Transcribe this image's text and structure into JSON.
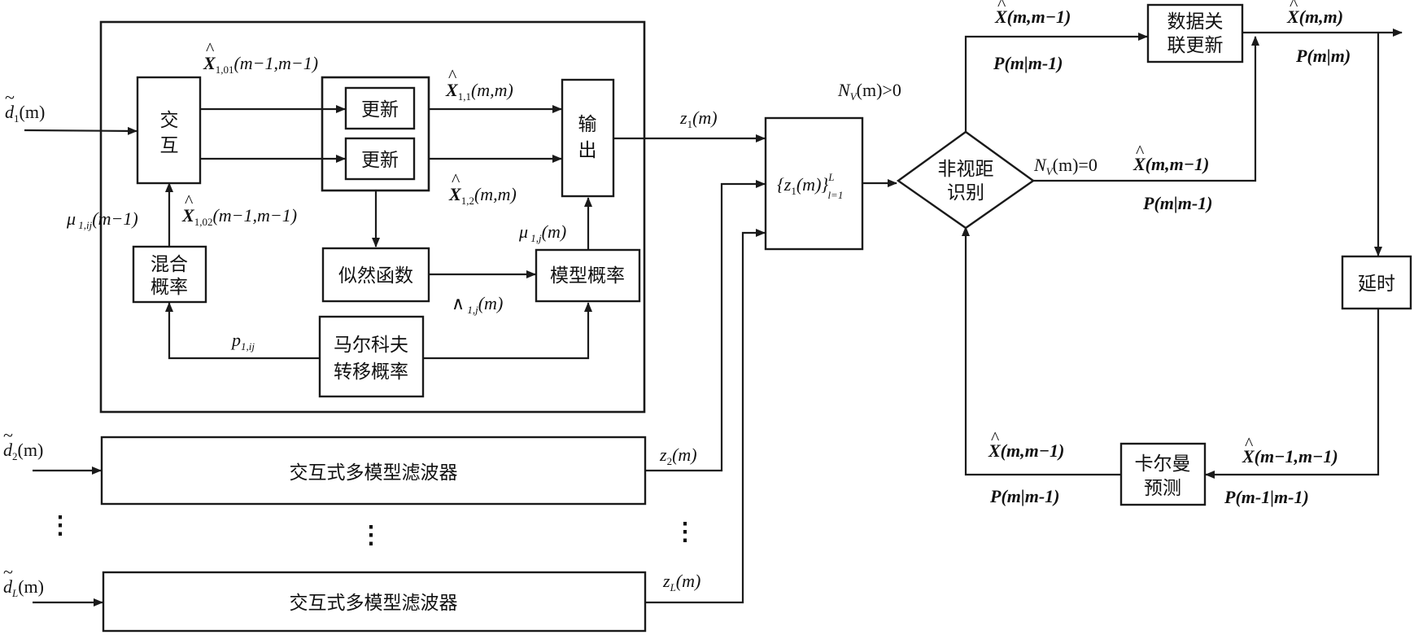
{
  "blocks": {
    "interact": [
      "交",
      "互"
    ],
    "update1": "更新",
    "update2": "更新",
    "output": [
      "输",
      "出"
    ],
    "mix_prob": [
      "混合",
      "概率"
    ],
    "likelihood": "似然函数",
    "model_prob": "模型概率",
    "markov": [
      "马尔科夫",
      "转移概率"
    ],
    "imm2": "交互式多模型滤波器",
    "immL": "交互式多模型滤波器",
    "nlos": [
      "非视距",
      "识别"
    ],
    "data_assoc": [
      "数据关",
      "联更新"
    ],
    "delay": "延时",
    "kalman": [
      "卡尔曼",
      "预测"
    ]
  },
  "labels": {
    "d1_base": "d",
    "d1_sub": "1",
    "d1_arg": "(m)",
    "d2_base": "d",
    "d2_sub": "2",
    "d2_arg": "(m)",
    "dL_base": "d",
    "dL_sub": "L",
    "dL_arg": "(m)",
    "x101_base": "X",
    "x101_sub": "1,01",
    "x101_arg": "(m−1,m−1)",
    "x11_base": "X",
    "x11_sub": "1,1",
    "x11_arg": "(m,m)",
    "x12_base": "X",
    "x12_sub": "1,2",
    "x12_arg": "(m,m)",
    "x102_base": "X",
    "x102_sub": "1,02",
    "x102_arg": "(m−1,m−1)",
    "mu_ij_base": "μ",
    "mu_ij_sub": " 1,ij",
    "mu_ij_arg": "(m−1)",
    "mu_j_base": "μ",
    "mu_j_sub": " 1,j",
    "mu_j_arg": "(m)",
    "lambda_base": "∧",
    "lambda_sub": " 1,j",
    "lambda_arg": "(m)",
    "p_base": "p",
    "p_sub": "1,ij",
    "z1_base": "z",
    "z1_sub": "1",
    "z1_arg": "(m)",
    "z2_base": "z",
    "z2_sub": "2",
    "z2_arg": "(m)",
    "zL_base": "z",
    "zL_sub": "L",
    "zL_arg": "(m)",
    "zset_open": "{z",
    "zset_sub": "1",
    "zset_mid": "(m)}",
    "zset_sup": "L",
    "zset_low": "l=1",
    "nv_pos_base": "N",
    "nv_pos_sub": "V",
    "nv_pos_arg": "(m)>0",
    "nv_zero_base": "N",
    "nv_zero_sub": "V",
    "nv_zero_arg": "(m)=0",
    "xpred_top": "X(m,m−1)",
    "ppred_top": "P(m|m-1)",
    "xpred_mid": "X(m,m−1)",
    "ppred_mid": "P(m|m-1)",
    "xout": "X(m,m)",
    "pout": "P(m|m)",
    "xprev": "X(m−1,m−1)",
    "pprev": "P(m-1|m-1)",
    "xpred_bot": "X(m,m−1)",
    "ppred_bot": "P(m|m-1)"
  },
  "ellipsis": "⋮"
}
